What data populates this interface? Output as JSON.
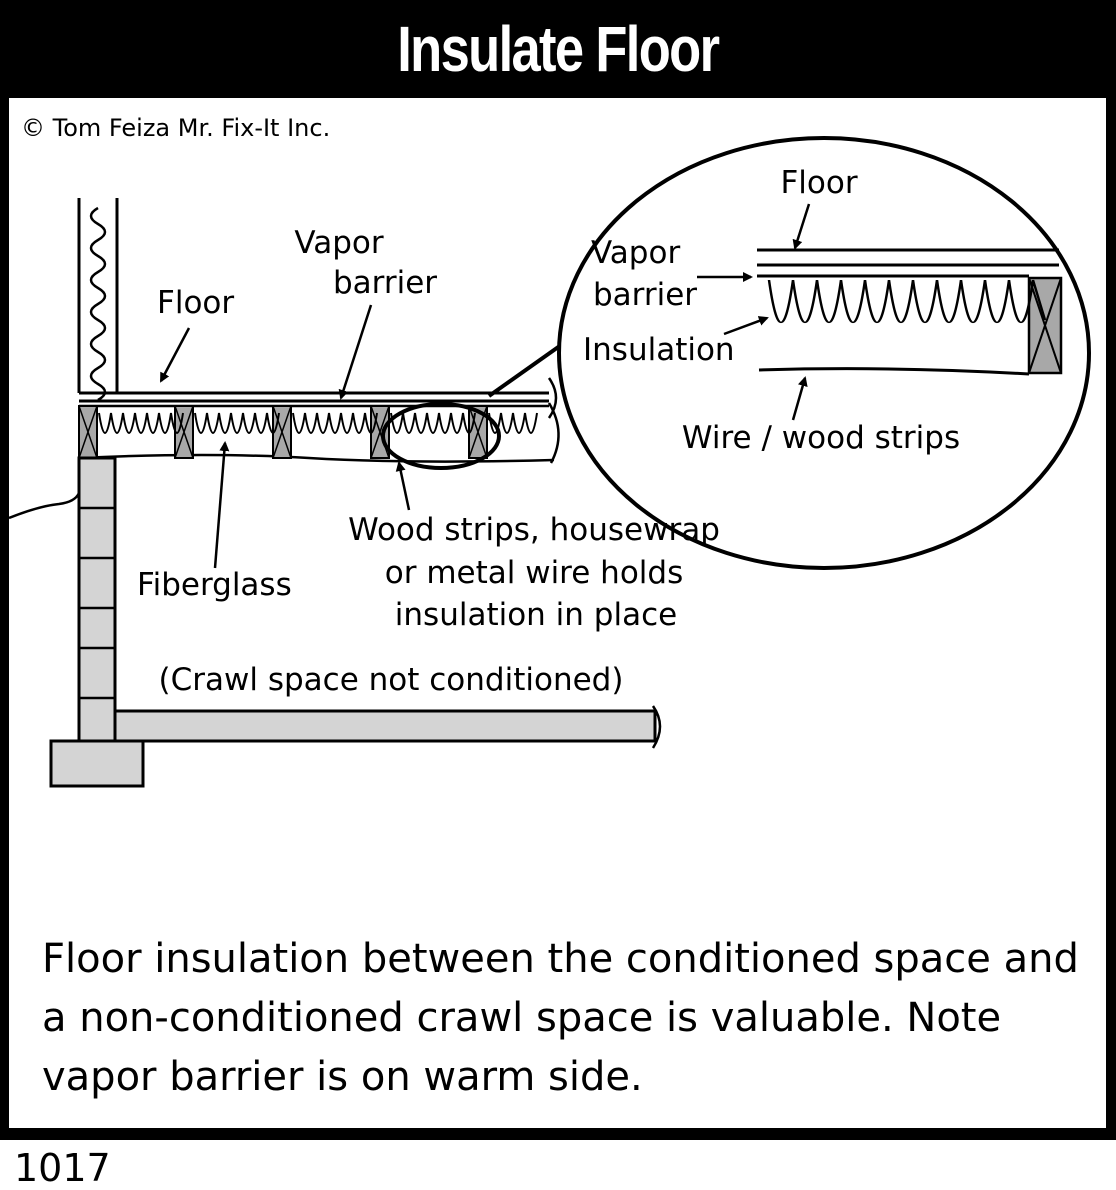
{
  "title": "Insulate Floor",
  "copyright": "© Tom Feiza Mr. Fix-It Inc.",
  "labels": {
    "floor": "Floor",
    "vapor_barrier_line1": "Vapor",
    "vapor_barrier_line2": "barrier",
    "fiberglass": "Fiberglass",
    "holder_line1": "Wood strips, housewrap",
    "holder_line2": "or metal wire holds",
    "holder_line3": "insulation in place",
    "crawl_space": "(Crawl space not conditioned)"
  },
  "detail_labels": {
    "floor": "Floor",
    "vapor_barrier_line1": "Vapor",
    "vapor_barrier_line2": "barrier",
    "insulation": "Insulation",
    "wire_strips": "Wire / wood strips"
  },
  "caption": "Floor insulation between the conditioned space and a non-conditioned crawl space is valuable.  Note vapor barrier is on warm side.",
  "figure_code": "1017",
  "colors": {
    "joist_fill": "#a8a8a8",
    "foundation_fill": "#d4d4d4",
    "frame": "#000000"
  }
}
